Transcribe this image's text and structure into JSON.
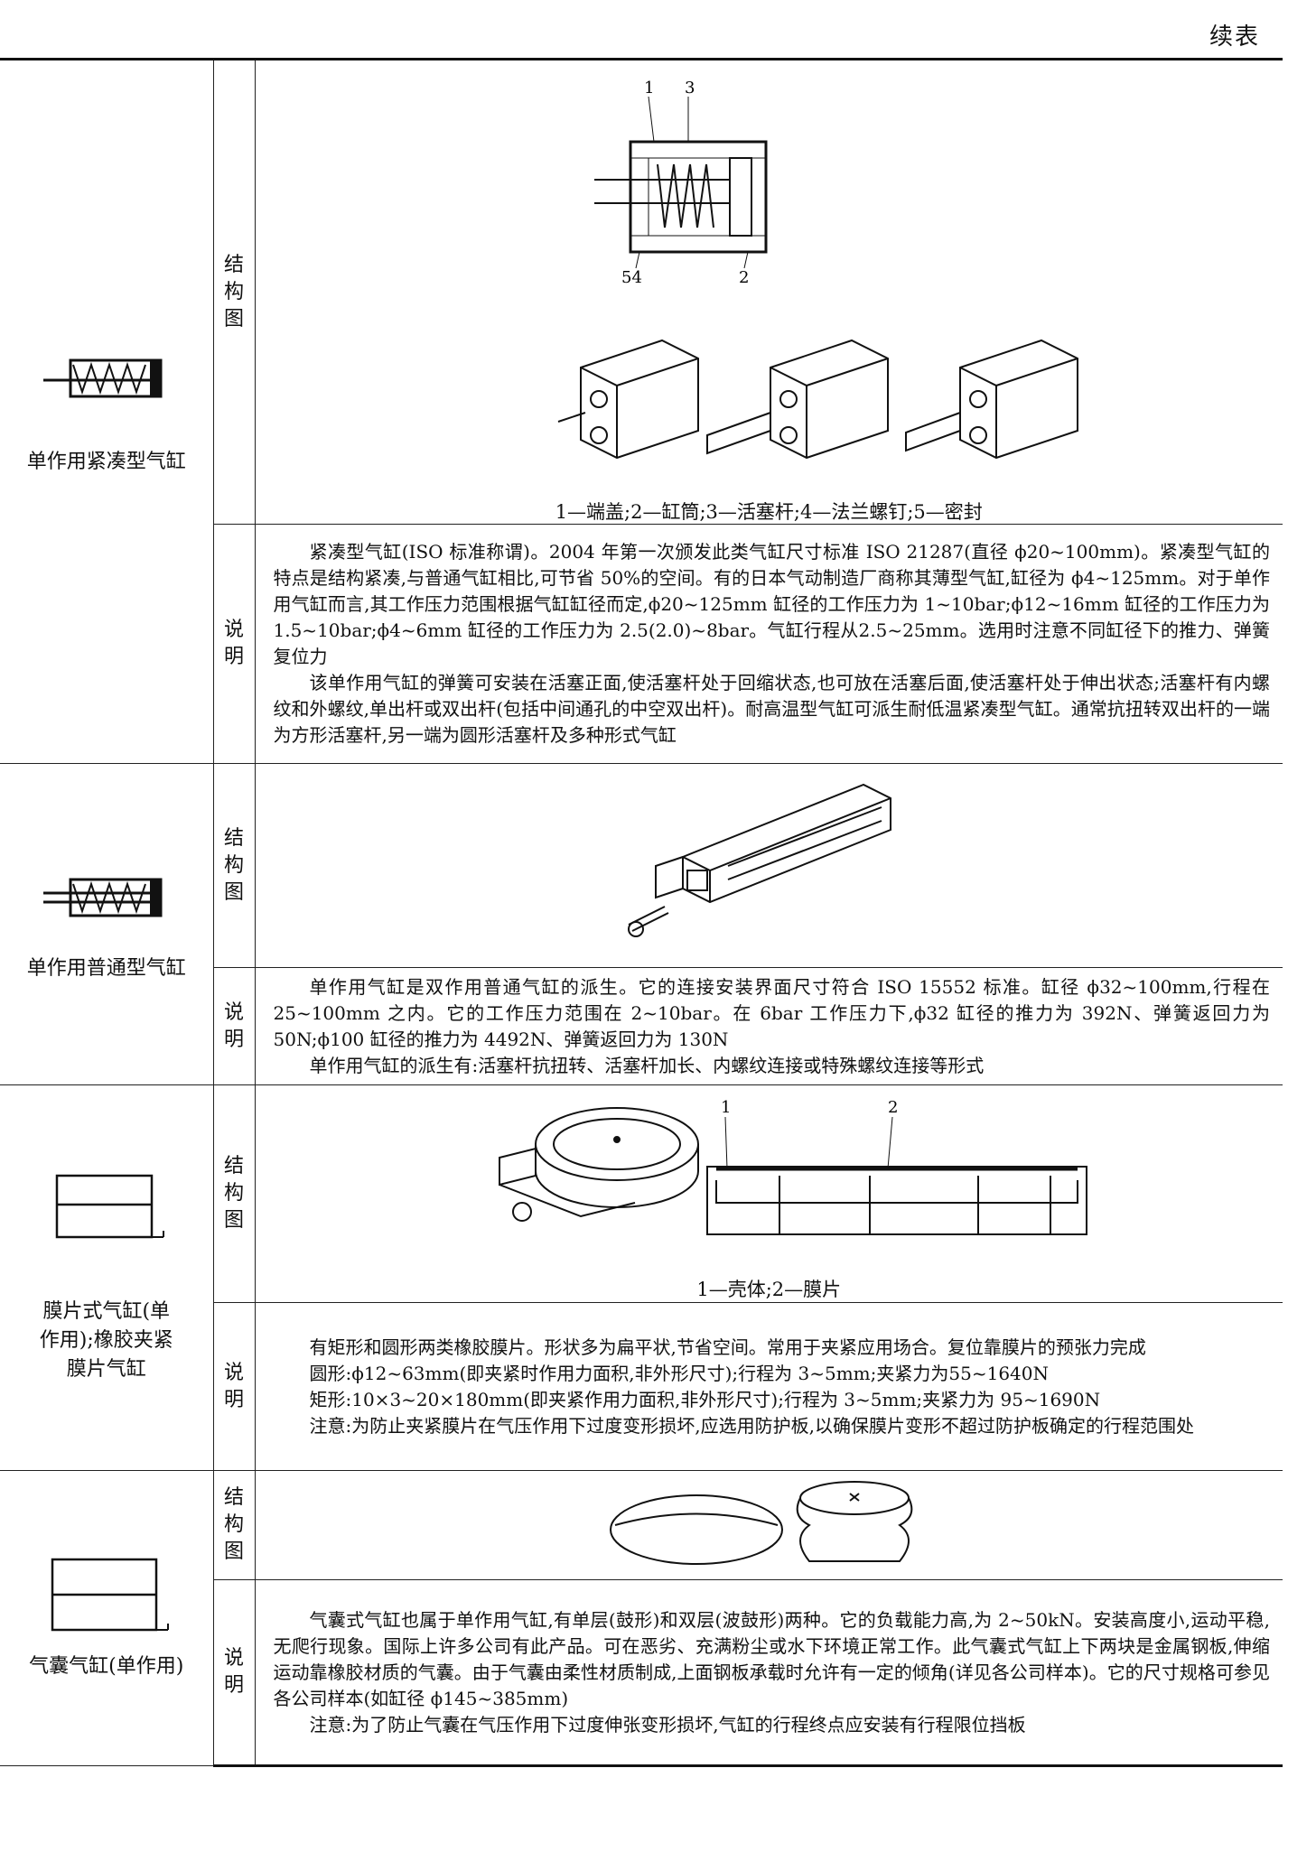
{
  "header": {
    "continued": "续表"
  },
  "labels": {
    "structure": "结构图",
    "explanation": "说明"
  },
  "rows": [
    {
      "name": "单作用紧凑型气缸",
      "symbol": "spring-return-cylinder-compact",
      "figure": {
        "callouts": [
          "1",
          "3",
          "54",
          "2"
        ],
        "caption": "1—端盖;2—缸筒;3—活塞杆;4—法兰螺钉;5—密封"
      },
      "description": [
        "紧凑型气缸(ISO 标准称谓)。2004 年第一次颁发此类气缸尺寸标准 ISO 21287(直径 ϕ20~100mm)。紧凑型气缸的特点是结构紧凑,与普通气缸相比,可节省 50%的空间。有的日本气动制造厂商称其薄型气缸,缸径为 ϕ4~125mm。对于单作用气缸而言,其工作压力范围根据气缸缸径而定,ϕ20~125mm 缸径的工作压力为 1~10bar;ϕ12~16mm 缸径的工作压力为 1.5~10bar;ϕ4~6mm 缸径的工作压力为 2.5(2.0)~8bar。气缸行程从2.5~25mm。选用时注意不同缸径下的推力、弹簧复位力",
        "该单作用气缸的弹簧可安装在活塞正面,使活塞杆处于回缩状态,也可放在活塞后面,使活塞杆处于伸出状态;活塞杆有内螺纹和外螺纹,单出杆或双出杆(包括中间通孔的中空双出杆)。耐高温型气缸可派生耐低温紧凑型气缸。通常抗扭转双出杆的一端为方形活塞杆,另一端为圆形活塞杆及多种形式气缸"
      ]
    },
    {
      "name": "单作用普通型气缸",
      "symbol": "spring-return-cylinder-standard",
      "figure": {
        "callouts": [],
        "caption": ""
      },
      "description": [
        "单作用气缸是双作用普通气缸的派生。它的连接安装界面尺寸符合 ISO 15552 标准。缸径 ϕ32~100mm,行程在 25~100mm 之内。它的工作压力范围在 2~10bar。在 6bar 工作压力下,ϕ32 缸径的推力为 392N、弹簧返回力为 50N;ϕ100 缸径的推力为 4492N、弹簧返回力为 130N",
        "单作用气缸的派生有:活塞杆抗扭转、活塞杆加长、内螺纹连接或特殊螺纹连接等形式"
      ]
    },
    {
      "name": "膜片式气缸(单作用);橡胶夹紧膜片气缸",
      "symbol": "diaphragm-cylinder",
      "figure": {
        "callouts": [
          "1",
          "2"
        ],
        "caption": "1—壳体;2—膜片"
      },
      "description": [
        "有矩形和圆形两类橡胶膜片。形状多为扁平状,节省空间。常用于夹紧应用场合。复位靠膜片的预张力完成",
        "圆形:ϕ12~63mm(即夹紧时作用力面积,非外形尺寸);行程为 3~5mm;夹紧力为55~1640N",
        "矩形:10×3~20×180mm(即夹紧作用力面积,非外形尺寸);行程为 3~5mm;夹紧力为 95~1690N",
        "注意:为防止夹紧膜片在气压作用下过度变形损坏,应选用防护板,以确保膜片变形不超过防护板确定的行程范围处"
      ]
    },
    {
      "name": "气囊气缸(单作用)",
      "symbol": "air-bellows-cylinder",
      "figure": {
        "callouts": [],
        "caption": ""
      },
      "description": [
        "气囊式气缸也属于单作用气缸,有单层(鼓形)和双层(波鼓形)两种。它的负载能力高,为 2~50kN。安装高度小,运动平稳,无爬行现象。国际上许多公司有此产品。可在恶劣、充满粉尘或水下环境正常工作。此气囊式气缸上下两块是金属钢板,伸缩运动靠橡胶材质的气囊。由于气囊由柔性材质制成,上面钢板承载时允许有一定的倾角(详见各公司样本)。它的尺寸规格可参见各公司样本(如缸径 ϕ145~385mm)",
        "注意:为了防止气囊在气压作用下过度伸张变形损坏,气缸的行程终点应安装有行程限位挡板"
      ]
    }
  ]
}
